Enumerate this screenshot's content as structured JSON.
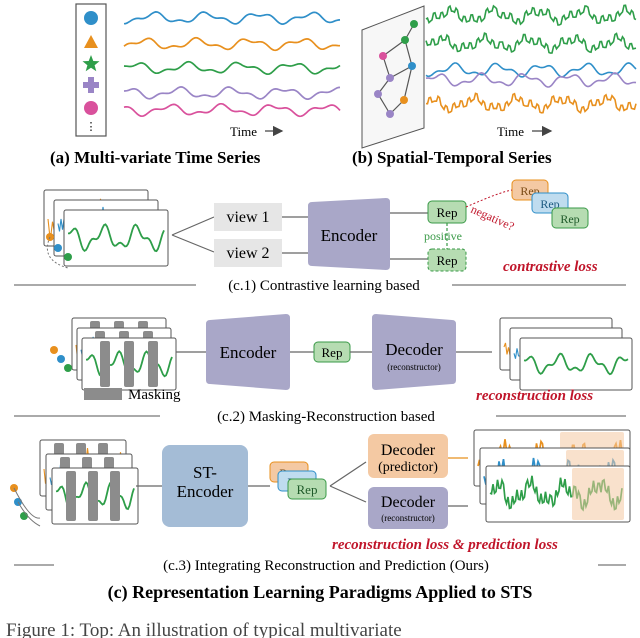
{
  "panel_a": {
    "caption": "(a) Multi-variate Time Series",
    "time_label": "Time",
    "ellipsis": "⋮"
  },
  "panel_b": {
    "caption": "(b) Spatial-Temporal Series",
    "time_label": "Time"
  },
  "c1": {
    "view1": "view 1",
    "view2": "view 2",
    "encoder": "Encoder",
    "rep": "Rep",
    "positive": "positive",
    "negative": "negative?",
    "loss": "contrastive loss",
    "caption": "(c.1) Contrastive learning based"
  },
  "c2": {
    "masking": "Masking",
    "encoder": "Encoder",
    "rep": "Rep",
    "decoder": "Decoder",
    "decoder_sub": "(reconstructor)",
    "loss": "reconstruction loss",
    "caption": "(c.2) Masking-Reconstruction based"
  },
  "c3": {
    "encoder_line1": "ST-",
    "encoder_line2": "Encoder",
    "rep": "Rep",
    "decoder_pred": "Decoder",
    "decoder_pred_sub": "(predictor)",
    "decoder_rec": "Decoder",
    "decoder_rec_sub": "(reconstructor)",
    "loss": "reconstruction loss & prediction loss",
    "caption": "(c.3) Integrating Reconstruction and Prediction (Ours)"
  },
  "main_caption": "(c) Representation Learning Paradigms Applied to STS",
  "figure_label": "Figure 1: Top: An illustration of typical multivariate",
  "colors": {
    "blue": "#2f8fc9",
    "orange": "#e8901e",
    "green": "#2e9e49",
    "purple": "#9a85c6",
    "pink": "#d9519c",
    "encoder_fill": "#a9a7c8",
    "st_encoder_fill": "#a4bcd6",
    "rep_fill": "#b6dcb2",
    "rep_stroke": "#3a9a48",
    "loss_red": "#c0152a",
    "pred_fill": "#f4c9a3",
    "mask_gray": "#8c8c8c"
  }
}
